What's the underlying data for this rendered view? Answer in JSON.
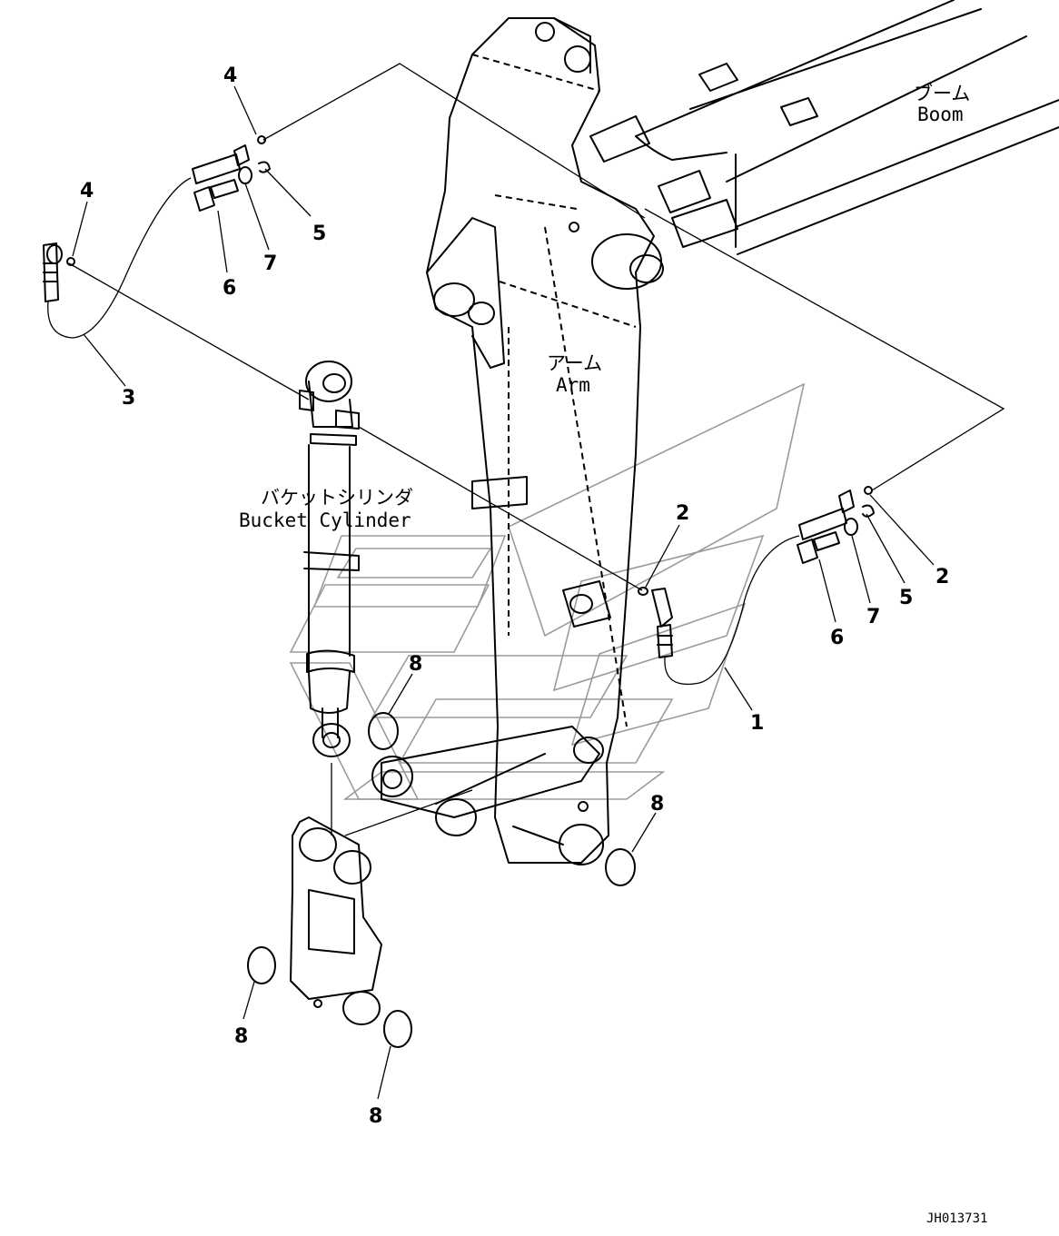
{
  "labels": {
    "boom_jp": "ブーム",
    "boom_en": "Boom",
    "arm_jp": "アーム",
    "arm_en": "Arm",
    "cylinder_jp": "バケットシリンダ",
    "cylinder_en": "Bucket Cylinder"
  },
  "callouts": {
    "c1": "1",
    "c2a": "2",
    "c2b": "2",
    "c3": "3",
    "c4a": "4",
    "c4b": "4",
    "c5a": "5",
    "c5b": "5",
    "c6a": "6",
    "c6b": "6",
    "c7a": "7",
    "c7b": "7",
    "c8a": "8",
    "c8b": "8",
    "c8c": "8",
    "c8d": "8"
  },
  "drawing_code": "JH013731",
  "colors": {
    "line": "#000000",
    "background": "#ffffff",
    "watermark": "#9a9a9a"
  }
}
